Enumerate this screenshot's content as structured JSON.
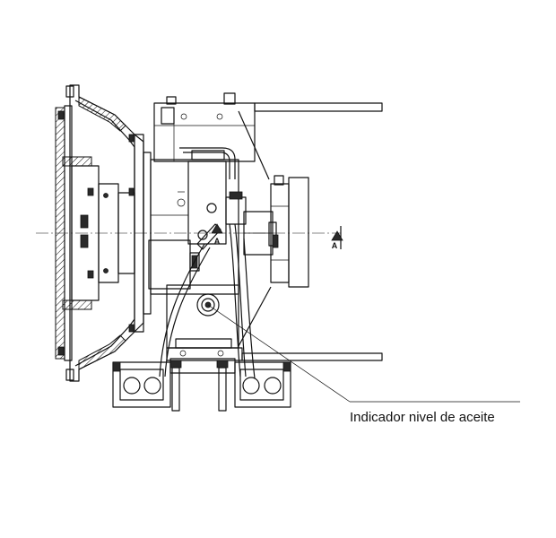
{
  "callout": {
    "label": "Indicador nivel de aceite"
  },
  "section_marks": {
    "inner": "A",
    "outer": "A"
  }
}
